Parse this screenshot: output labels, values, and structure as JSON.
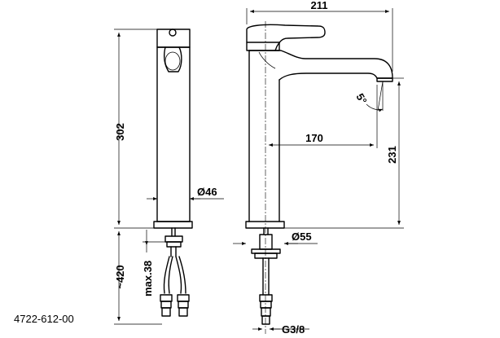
{
  "drawing": {
    "code": "4722-612-00",
    "dimensions": {
      "total_width": "211",
      "height_body": "302",
      "spout_reach": "170",
      "spout_height": "231",
      "diameter_body": "Ø46",
      "diameter_base": "Ø55",
      "hose_length": "~420",
      "max_thickness": "max.38",
      "thread": "G3/8",
      "spout_angle": "5°"
    }
  }
}
